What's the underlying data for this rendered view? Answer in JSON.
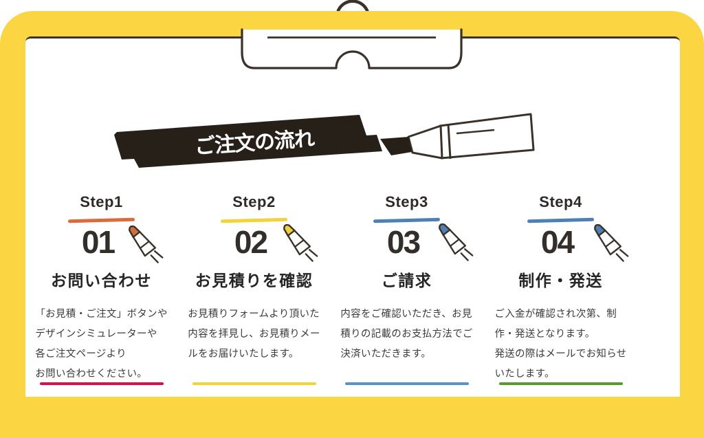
{
  "page": {
    "frame_color": "#FBD642",
    "ink_color": "#3a3129",
    "panel_color": "#ffffff"
  },
  "title_banner": {
    "text": "ご注文の流れ",
    "bg_color": "#262019",
    "text_color": "#ffffff"
  },
  "icons": {
    "clip": "clipboard-clip-icon",
    "marker": "marker-pen-icon",
    "pen": "pen-icon"
  },
  "steps": [
    {
      "label": "Step1",
      "number": "01",
      "heading": "お問い合わせ",
      "description": "「お見積・ご注文」ボタンや\nデザインシミュレーターや\n各ご注文ページより\nお問い合わせください。",
      "accent_color": "#D96B3C",
      "pen_tip_color": "#D2703E",
      "bottom_line_color": "#D2114E"
    },
    {
      "label": "Step2",
      "number": "02",
      "heading": "お見積りを確認",
      "description": "お見積りフォームより頂いた\n内容を拝見し、お見積りメー\nルをお届けいたします。",
      "accent_color": "#F2D33A",
      "pen_tip_color": "#EFD23A",
      "bottom_line_color": "#F2D33A"
    },
    {
      "label": "Step3",
      "number": "03",
      "heading": "ご請求",
      "description": "内容をご確認いただき、お見\n積りの記載のお支払方法でご\n決済いただきます。",
      "accent_color": "#4E80B4",
      "pen_tip_color": "#4E80B4",
      "bottom_line_color": "#5E92C6"
    },
    {
      "label": "Step4",
      "number": "04",
      "heading": "制作・発送",
      "description": "ご入金が確認され次第、制\n作・発送となります。\n発送の際はメールでお知らせ\nいたします。",
      "accent_color": "#4E80B4",
      "pen_tip_color": "#4E80B4",
      "bottom_line_color": "#5B9A33"
    }
  ]
}
